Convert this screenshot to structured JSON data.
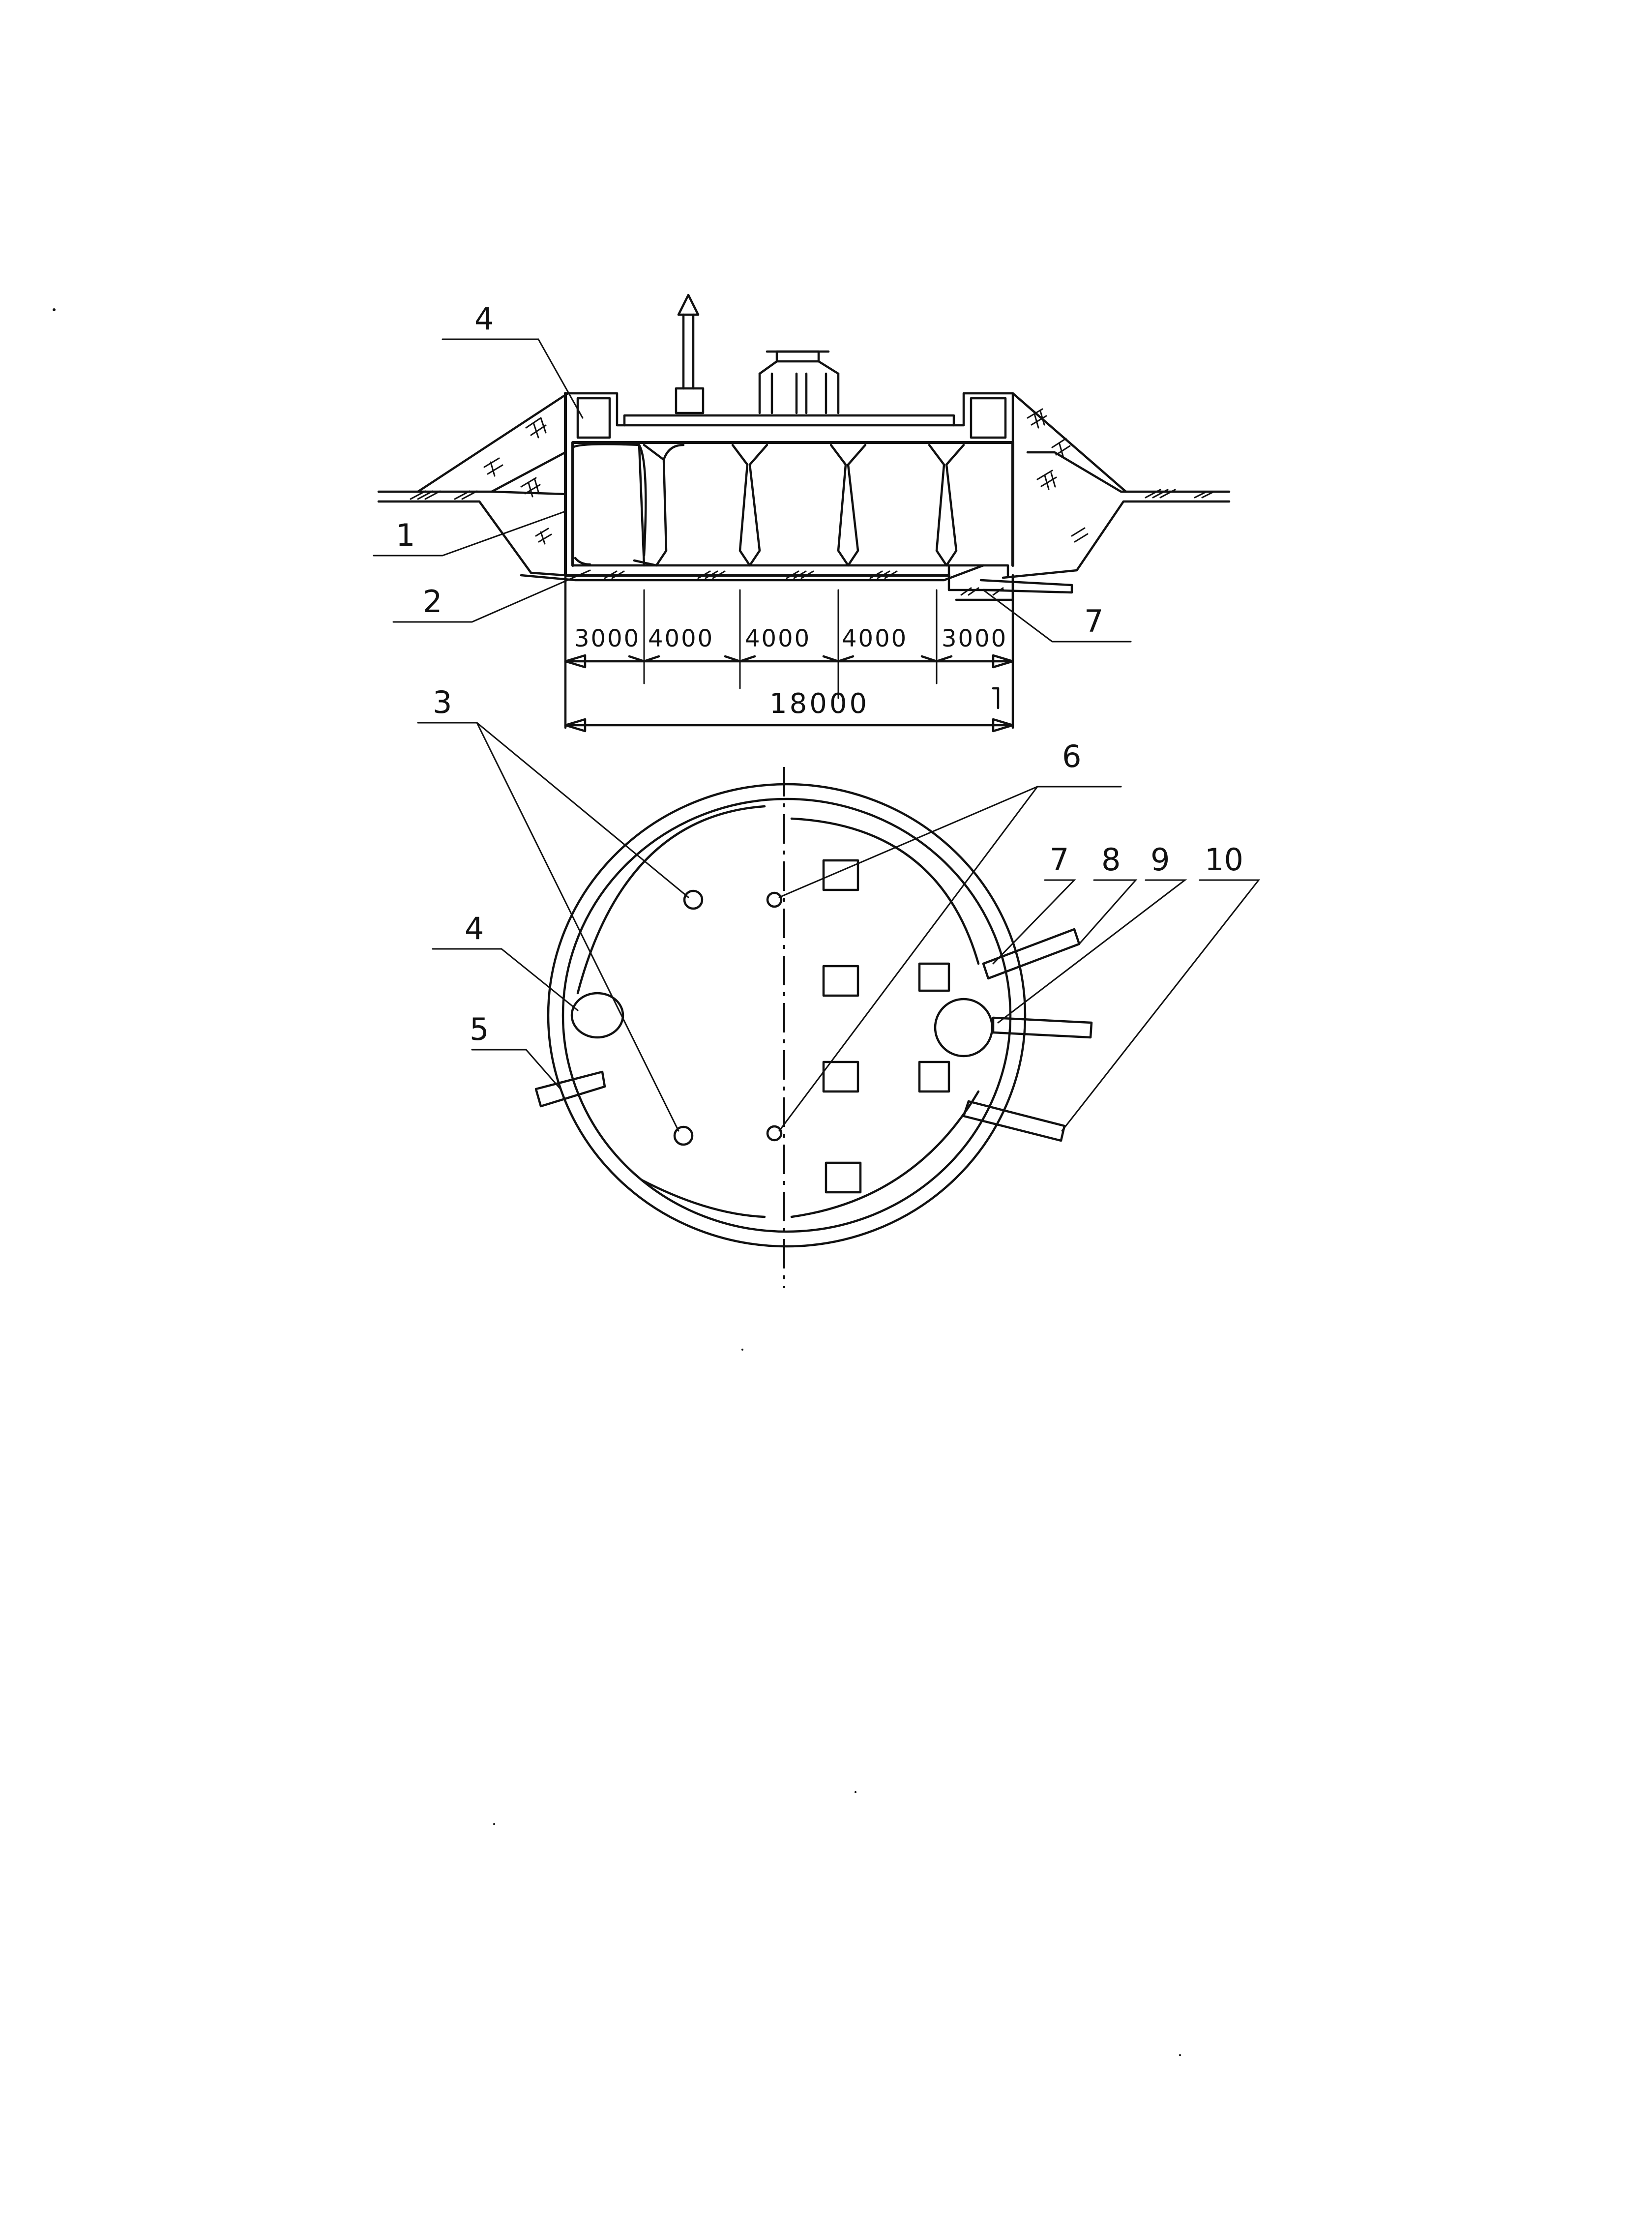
{
  "colors": {
    "ink": "#111111",
    "paper": "#ffffff"
  },
  "section_view": {
    "callouts": {
      "c1": "1",
      "c2": "2",
      "c4": "4",
      "c7": "7"
    },
    "dimensions": {
      "segments": [
        "3000",
        "4000",
        "4000",
        "4000",
        "3000"
      ],
      "total": "18000"
    }
  },
  "plan_view": {
    "callouts": {
      "c3": "3",
      "c4": "4",
      "c5": "5",
      "c6": "6",
      "c7": "7",
      "c8": "8",
      "c9": "9",
      "c10": "10"
    }
  }
}
